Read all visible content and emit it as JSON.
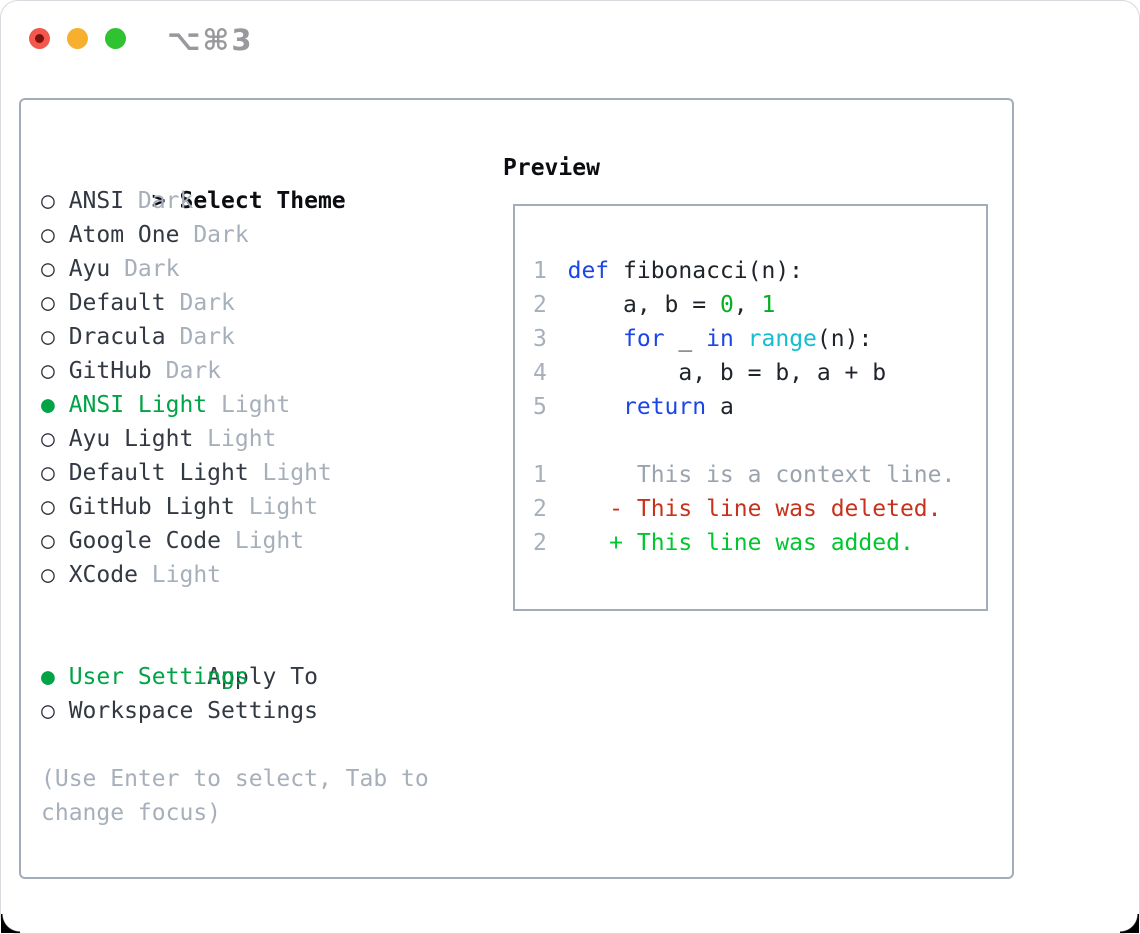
{
  "window": {
    "title": "⌥⌘3",
    "controls": [
      "close",
      "minimize",
      "zoom"
    ]
  },
  "colors": {
    "accent_green_selected": "#00a345",
    "diff_added_green": "#00c72e",
    "diff_deleted_red": "#c8321c",
    "keyword_blue": "#1b46e6",
    "builtin_cyan": "#13bdd2",
    "number_green": "#00b123",
    "muted_gray": "#a6afba",
    "panel_border_gray": "#a3adb9",
    "traffic_red": "#f4574d",
    "traffic_yellow": "#f6b02e",
    "traffic_green": "#2fc331"
  },
  "theme_panel": {
    "title_prefix": ">",
    "title": "Select Theme",
    "unselected_marker": "○",
    "selected_marker": "●",
    "items": [
      {
        "label": "ANSI",
        "variant": "Dark",
        "selected": false
      },
      {
        "label": "Atom One",
        "variant": "Dark",
        "selected": false
      },
      {
        "label": "Ayu",
        "variant": "Dark",
        "selected": false
      },
      {
        "label": "Default",
        "variant": "Dark",
        "selected": false
      },
      {
        "label": "Dracula",
        "variant": "Dark",
        "selected": false
      },
      {
        "label": "GitHub",
        "variant": "Dark",
        "selected": false
      },
      {
        "label": "ANSI Light",
        "variant": "Light",
        "selected": true
      },
      {
        "label": "Ayu Light",
        "variant": "Light",
        "selected": false
      },
      {
        "label": "Default Light",
        "variant": "Light",
        "selected": false
      },
      {
        "label": "GitHub Light",
        "variant": "Light",
        "selected": false
      },
      {
        "label": "Google Code",
        "variant": "Light",
        "selected": false
      },
      {
        "label": "XCode",
        "variant": "Light",
        "selected": false
      }
    ],
    "apply_to": {
      "title": "Apply To",
      "options": [
        {
          "label": "User Settings",
          "selected": true
        },
        {
          "label": "Workspace Settings",
          "selected": false
        }
      ]
    },
    "hint": "(Use Enter to select, Tab to change focus)"
  },
  "preview": {
    "title": "Preview",
    "lines": [
      {
        "num": "1",
        "segments": [
          {
            "t": "def",
            "c": "keyword"
          },
          {
            "t": " fibonacci(n):",
            "c": "plain"
          }
        ]
      },
      {
        "num": "2",
        "segments": [
          {
            "t": "    a, b = ",
            "c": "plain"
          },
          {
            "t": "0",
            "c": "number"
          },
          {
            "t": ", ",
            "c": "plain"
          },
          {
            "t": "1",
            "c": "number"
          }
        ]
      },
      {
        "num": "3",
        "segments": [
          {
            "t": "    ",
            "c": "plain"
          },
          {
            "t": "for",
            "c": "keyword"
          },
          {
            "t": " _ ",
            "c": "plain"
          },
          {
            "t": "in",
            "c": "keyword"
          },
          {
            "t": " ",
            "c": "plain"
          },
          {
            "t": "range",
            "c": "builtin"
          },
          {
            "t": "(n):",
            "c": "plain"
          }
        ]
      },
      {
        "num": "4",
        "segments": [
          {
            "t": "        a, b = b, a + b",
            "c": "plain"
          }
        ]
      },
      {
        "num": "5",
        "segments": [
          {
            "t": "    ",
            "c": "plain"
          },
          {
            "t": "return",
            "c": "keyword"
          },
          {
            "t": " a",
            "c": "plain"
          }
        ]
      },
      {
        "num": "",
        "segments": []
      },
      {
        "num": "1",
        "segments": [
          {
            "t": "     This is a context line.",
            "c": "context"
          }
        ]
      },
      {
        "num": "2",
        "segments": [
          {
            "t": "   - This line was deleted.",
            "c": "deleted"
          }
        ]
      },
      {
        "num": "2",
        "segments": [
          {
            "t": "   + This line was added.",
            "c": "added"
          }
        ]
      }
    ]
  }
}
